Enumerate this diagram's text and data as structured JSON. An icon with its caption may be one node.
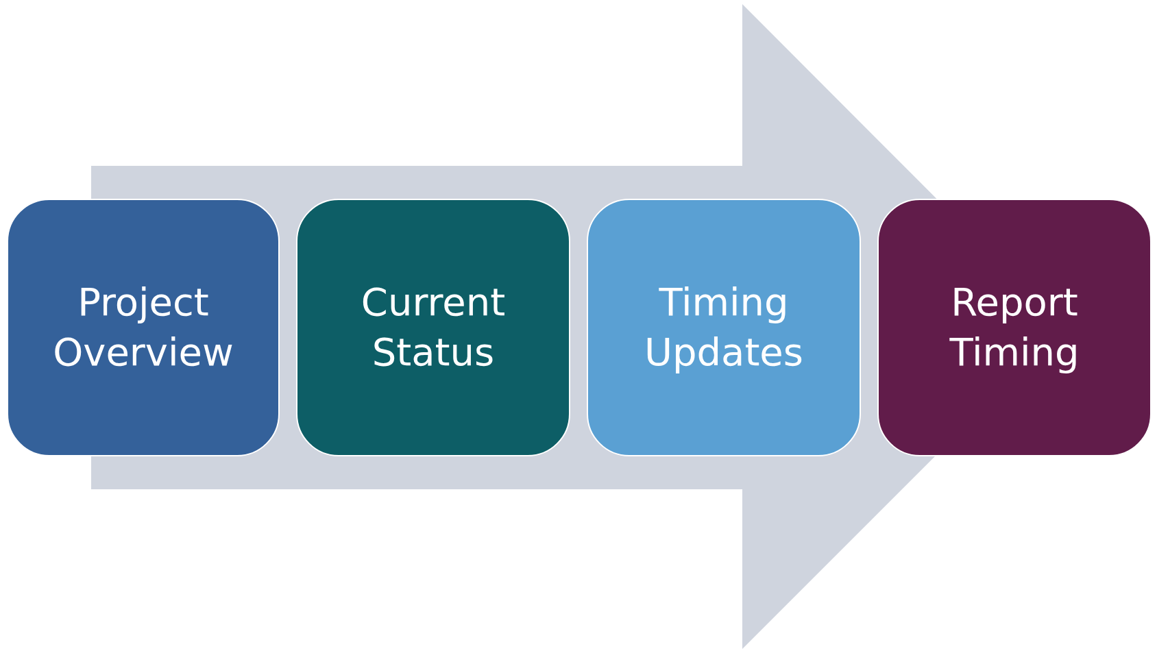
{
  "diagram": {
    "nodes": [
      {
        "text": [
          "Project Overview"
        ]
      },
      {
        "text": [
          "Current Status"
        ]
      },
      {
        "text": [
          "Timing Updates"
        ]
      },
      {
        "text": [
          "Report Timing"
        ]
      }
    ],
    "edges": [
      {
        "from": 0,
        "to": 3,
        "arrow": "to"
      }
    ]
  }
}
